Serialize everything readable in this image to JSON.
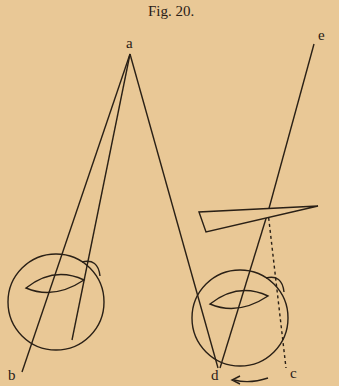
{
  "diagram": {
    "title": "Fig. 20.",
    "labels": [
      "a",
      "b",
      "e",
      "d",
      "c"
    ]
  }
}
